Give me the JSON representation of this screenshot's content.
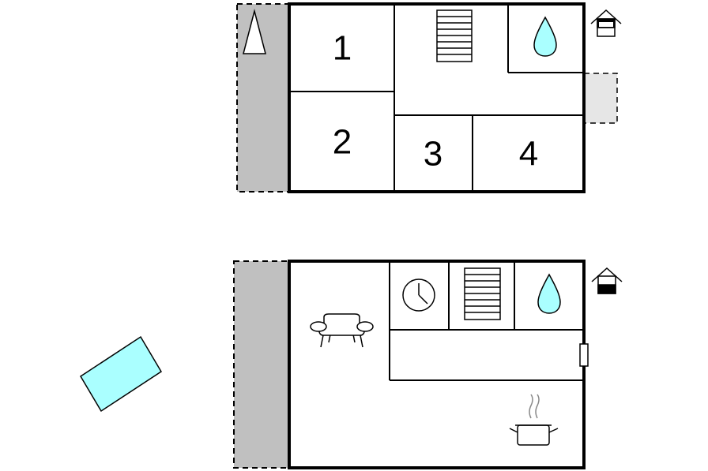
{
  "upper_floor": {
    "rooms": [
      {
        "label": "1"
      },
      {
        "label": "2"
      },
      {
        "label": "3"
      },
      {
        "label": "4"
      }
    ],
    "icons": [
      "stairs-icon",
      "water-drop-icon",
      "house-floor-icon",
      "tent-marker-icon"
    ],
    "terrace_color": "#c0c0c0",
    "balcony_color": "#e6e6e6"
  },
  "lower_floor": {
    "icons": [
      "sofa-icon",
      "clock-icon",
      "stairs-icon",
      "water-drop-icon",
      "cooking-pot-icon",
      "house-floor-icon"
    ],
    "terrace_color": "#c0c0c0"
  },
  "pool": {
    "color": "#aaffff"
  }
}
